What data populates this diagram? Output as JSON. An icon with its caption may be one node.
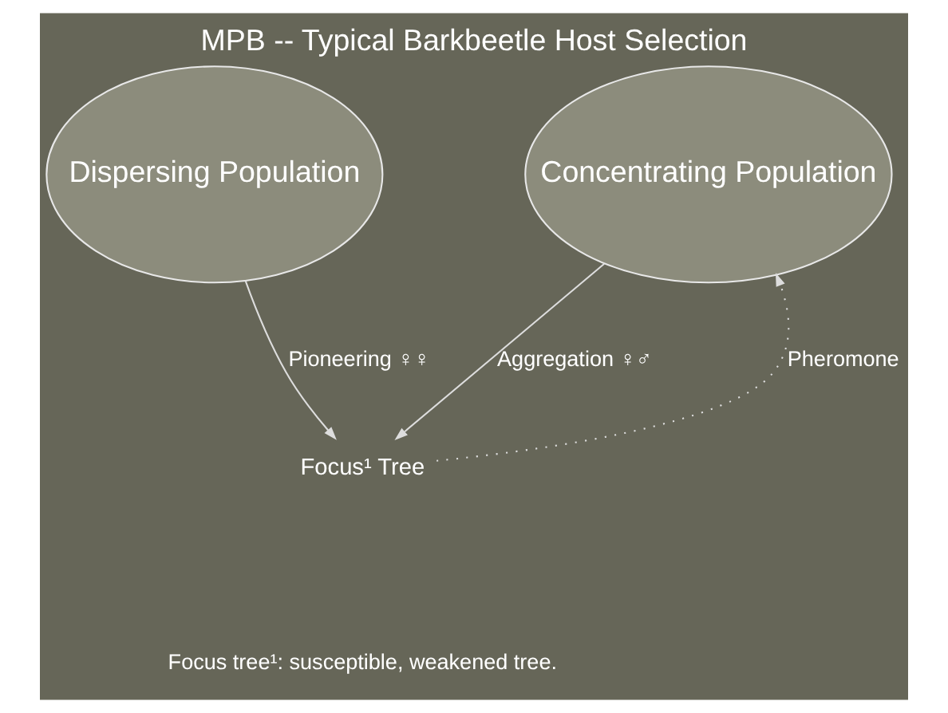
{
  "diagram": {
    "title": "MPB -- Typical Barkbeetle Host Selection",
    "nodes": [
      {
        "text": [
          "Dispersing Population"
        ]
      },
      {
        "text": [
          "Concentrating Population"
        ]
      },
      {
        "text": [
          "Focus¹ Tree"
        ]
      }
    ],
    "edges": [
      {
        "from": 0,
        "to": 2,
        "arrow": "to",
        "label": "Pioneering ♀♀"
      },
      {
        "from": 2,
        "to": 1,
        "arrow": "to",
        "label": "Pheromone",
        "style": "dashed"
      },
      {
        "from": 1,
        "to": 2,
        "arrow": "to",
        "label": "Aggregation ♀♂"
      }
    ],
    "labels": [
      "Focus tree¹: susceptible, weakened tree."
    ]
  }
}
